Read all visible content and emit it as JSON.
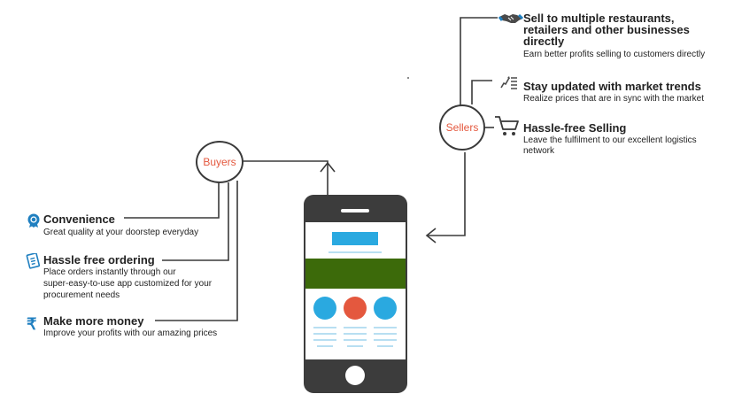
{
  "buyers": {
    "label": "Buyers",
    "features": [
      {
        "title": "Convenience",
        "desc_lines": [
          "Great quality at your doorstep everyday"
        ],
        "icon": "badge-icon"
      },
      {
        "title": "Hassle free ordering",
        "desc_lines": [
          "Place orders instantly through our",
          "super-easy-to-use app customized for your",
          "procurement needs"
        ],
        "icon": "order-list-icon"
      },
      {
        "title": "Make more money",
        "desc_lines": [
          "Improve your profits with our amazing prices"
        ],
        "icon": "rupee-icon"
      }
    ]
  },
  "sellers": {
    "label": "Sellers",
    "features": [
      {
        "title_lines": [
          "Sell to multiple restaurants,",
          "retailers and other businesses",
          "directly"
        ],
        "desc_lines": [
          "Earn better profits selling to customers directly"
        ],
        "icon": "handshake-icon"
      },
      {
        "title_lines": [
          "Stay updated with market trends"
        ],
        "desc_lines": [
          "Realize prices that are in sync with the market"
        ],
        "icon": "trend-chart-icon"
      },
      {
        "title_lines": [
          "Hassle-free Selling"
        ],
        "desc_lines": [
          "Leave the fulfilment to our excellent logistics",
          "network"
        ],
        "icon": "shopping-cart-icon"
      }
    ]
  },
  "colors": {
    "accent": "#e4583e",
    "blue": "#2aa9e0",
    "green_banner": "#3c6a0a",
    "phone_body": "#3c3c3c",
    "icon_blue": "#1f7fc0"
  }
}
